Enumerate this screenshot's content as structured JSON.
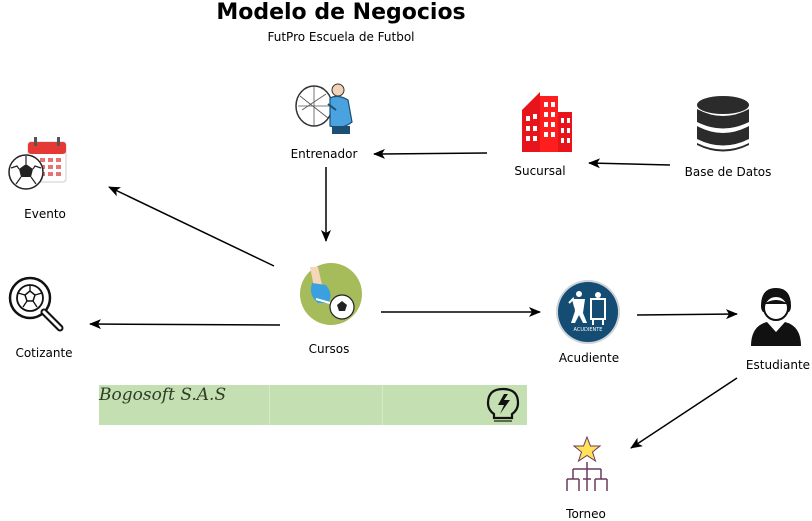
{
  "title": "Modelo de Negocios",
  "subtitle": "FutPro Escuela de Futbol",
  "nodes": {
    "entrenador": "Entrenador",
    "sucursal": "Sucursal",
    "base_datos": "Base de Datos",
    "evento": "Evento",
    "cursos": "Cursos",
    "cotizante": "Cotizante",
    "acudiente": "Acudiente",
    "estudiante": "Estudiante",
    "torneo": "Torneo"
  },
  "acudiente_badge": "ACUDIENTE",
  "banner": {
    "text": "Bogosoft S.A.S"
  },
  "edges": [
    {
      "from": "Base de Datos",
      "to": "Sucursal"
    },
    {
      "from": "Sucursal",
      "to": "Entrenador"
    },
    {
      "from": "Entrenador",
      "to": "Cursos"
    },
    {
      "from": "Cursos",
      "to": "Evento"
    },
    {
      "from": "Cursos",
      "to": "Cotizante"
    },
    {
      "from": "Cursos",
      "to": "Acudiente"
    },
    {
      "from": "Acudiente",
      "to": "Estudiante"
    },
    {
      "from": "Estudiante",
      "to": "Torneo"
    }
  ]
}
